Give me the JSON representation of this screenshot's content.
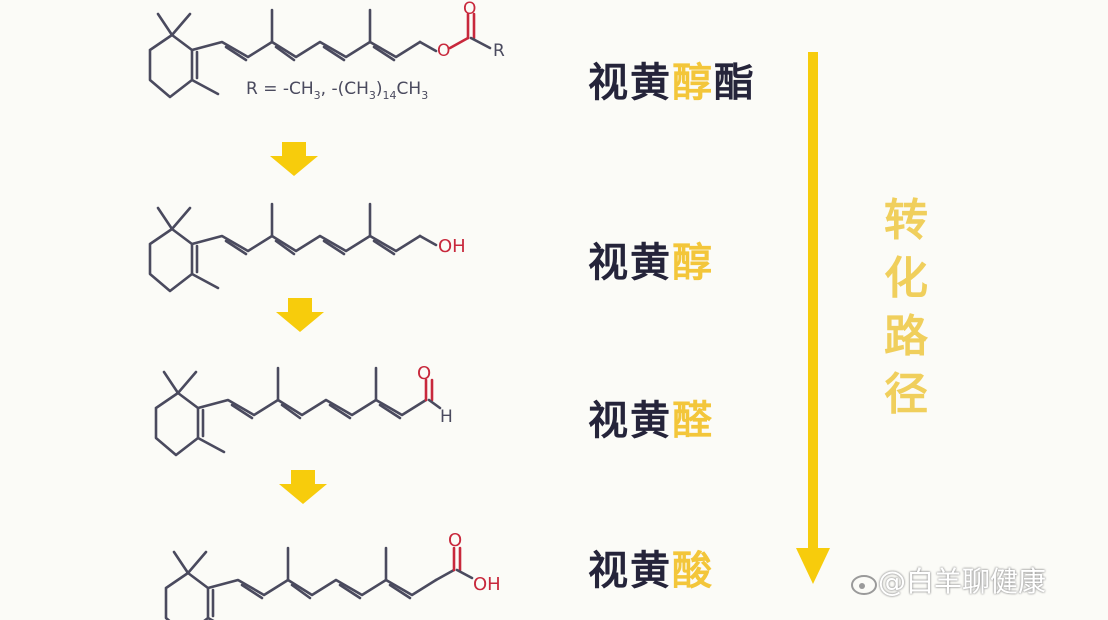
{
  "compounds": [
    {
      "prefix": "视黄",
      "highlight": "醇",
      "suffix": "酯",
      "r_text": "R = -CH3, -(CH3)14CH3"
    },
    {
      "prefix": "视黄",
      "highlight": "醇",
      "suffix": ""
    },
    {
      "prefix": "视黄",
      "highlight": "醛",
      "suffix": ""
    },
    {
      "prefix": "视黄",
      "highlight": "酸",
      "suffix": ""
    }
  ],
  "pathway_label": [
    "转",
    "化",
    "路",
    "径"
  ],
  "atoms": {
    "ester_R": "R",
    "hydroxyl": "OH",
    "aldehyde_H": "H",
    "acid_OH": "OH"
  },
  "watermark": "@白羊聊健康",
  "colors": {
    "arrow": "#f7cc0c",
    "bond": "#4a4a5e",
    "oxygen": "#c8283c",
    "highlight_text": "#f3c63a"
  }
}
